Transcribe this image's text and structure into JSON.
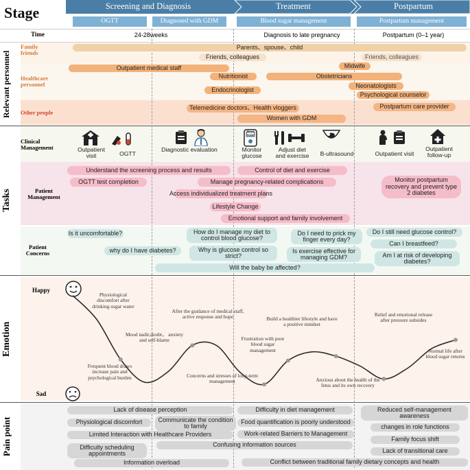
{
  "header": {
    "title": "Stage",
    "phases": [
      "Screening and Diagnosis",
      "Treatment",
      "Postpartum"
    ],
    "subphases": [
      "OGTT",
      "Diagnosed with GDM",
      "Blood sugar management",
      "Postpartum management"
    ]
  },
  "time": {
    "label": "Time",
    "values": [
      "24-28weeks",
      "Diagnosis to late pregnancy",
      "Postpartum (0–1 year)"
    ]
  },
  "personnel": {
    "section_label": "Relevant personnel",
    "family_label": "Family friends",
    "healthcare_label": "Healthcare personnel",
    "other_label": "Other people",
    "family": [
      "Parents、spouse、child",
      "Friends, colleagues",
      "Friends, colleagues"
    ],
    "healthcare": [
      "Outpatient medical staff",
      "Midwife",
      "Nutritionist",
      "Obstetricians",
      "Neonatologists",
      "Endocrinologist",
      "Psychological counselor"
    ],
    "other": [
      "Telemedicine doctors、Health vloggers",
      "Postpartum care provider",
      "Women with GDM"
    ]
  },
  "tasks": {
    "section_label": "Tasks",
    "clinical_label": "Clinical Management",
    "clinical": [
      "Outpatient visit",
      "OGTT",
      "Diagnostic evaluation",
      "Monitor glucose",
      "Adjust diet and exercise",
      "B-ultrasound",
      "Outpatient visit",
      "Outpatient follow-up"
    ],
    "icon_text": "Blood Sugar",
    "patient_label": "Patient Management",
    "patient": [
      "Understand the screening process and results",
      "Control of diet and exercise",
      "OGTT test completion",
      "Manage pregnancy-related complications",
      "Access individualized treatment plans",
      "Lifestyle Change",
      "Emotional support and family involvement",
      "Monitor postpartum recovery and prevent type 2 diabetes"
    ],
    "concerns_label": "Patient Concerns",
    "concerns": [
      "Is it uncomfortable?",
      "How do I manage my diet to control blood glucose?",
      "Do I need to prick my finger every day?",
      "Do I still need glucose control?",
      "why do I have diabetes?",
      "Why is glucose control so strict?",
      "Is exercise effective for managing GDM?",
      "Can I breastfeed?",
      "Am I at risk of developing diabetes?",
      "Will the baby be affected?"
    ]
  },
  "emotion": {
    "section_label": "Emotion",
    "happy": "Happy",
    "sad": "Sad",
    "curve": [
      0.92,
      0.7,
      0.33,
      0.12,
      0.22,
      0.46,
      0.46,
      0.21,
      0.1,
      0.32,
      0.4,
      0.36,
      0.27,
      0.15,
      0.25,
      0.43,
      0.51
    ],
    "annotations": [
      "Physiological discomfort after drinking sugar water",
      "Frequent blood draws increase pain and psychological burden",
      "Mood nadir,doubt， anxiety and self-blame",
      "After the guidance of medical staff, active response and hope",
      "Concerns and stresses of long-term management",
      "Frustration with poor blood sugar management",
      "Build a healthier lifestyle and have a positive mindset",
      "Anxious about the health of the fetus and its own recovery",
      "Relief and emotional release after pressure subsides",
      "Normal life after blood sugar returns"
    ]
  },
  "pain": {
    "section_label": "Pain point",
    "items": [
      "Lack of disease perception",
      "Difficulty in diet management",
      "Reduced self-management awareness",
      "Physiological discomfort",
      "Communicate the condition to family",
      "Food quantification is poorly understood",
      "changes in role functions",
      "Limited Interaction with Healthcare Providers",
      "Work-related Barriers to Management",
      "Family focus shift",
      "Confusing information sources",
      "Difficulty scheduling appointments",
      "Lack of transitional care",
      "Information overload",
      "Conflict between traditional family dietary concepts and health"
    ]
  },
  "colors": {
    "header_blue": "#4a7ea6",
    "sub_blue": "#7fb1d4",
    "family_band": "#fdf3e9",
    "family_pill": "#f0d1a8",
    "health_band": "#fbf6ee",
    "health_pill": "#f2b27a",
    "other_band": "#fbe0d0",
    "other_pill": "#f4b685",
    "patient_band": "#f7e3ea",
    "patient_pill": "#f5bcc9",
    "concern_pill": "#cfe6e4",
    "emotion_band": "#fdf2ec",
    "pain_band": "#f3f3f3",
    "pain_pill": "#d6d6d6",
    "title_red": "#cf4b2b"
  }
}
